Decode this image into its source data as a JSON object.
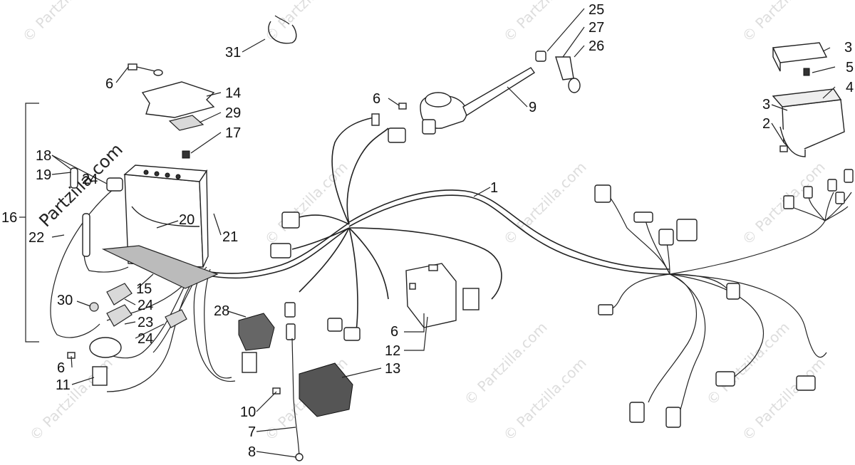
{
  "watermarks": [
    "© Partzilla.com",
    "© Partzilla.com",
    "© Partzilla.com",
    "© Partzilla.com",
    "© Partzilla.com",
    "© Partzilla.com",
    "© Partzilla.com",
    "© Partzilla.com",
    "© Partzilla.com",
    "© Partzilla.com",
    "© Partzilla.com",
    "© Partzilla.com",
    "© Partzilla.com",
    "Partzilla.com"
  ],
  "callouts": {
    "c1": "1",
    "c2": "2",
    "c3a": "3",
    "c3b": "3",
    "c4": "4",
    "c5": "5",
    "c6a": "6",
    "c6b": "6",
    "c6c": "6",
    "c6d": "6",
    "c7": "7",
    "c8": "8",
    "c9": "9",
    "c10": "10",
    "c11": "11",
    "c12": "12",
    "c13": "13",
    "c14": "14",
    "c15": "15",
    "c16": "16",
    "c17": "17",
    "c18": "18",
    "c19": "19",
    "c20": "20",
    "c21": "21",
    "c22": "22",
    "c23": "23",
    "c24a": "24",
    "c24b": "24",
    "c24c": "24",
    "c25": "25",
    "c26": "26",
    "c27": "27",
    "c28": "28",
    "c29": "29",
    "c30": "30",
    "c31": "31"
  }
}
